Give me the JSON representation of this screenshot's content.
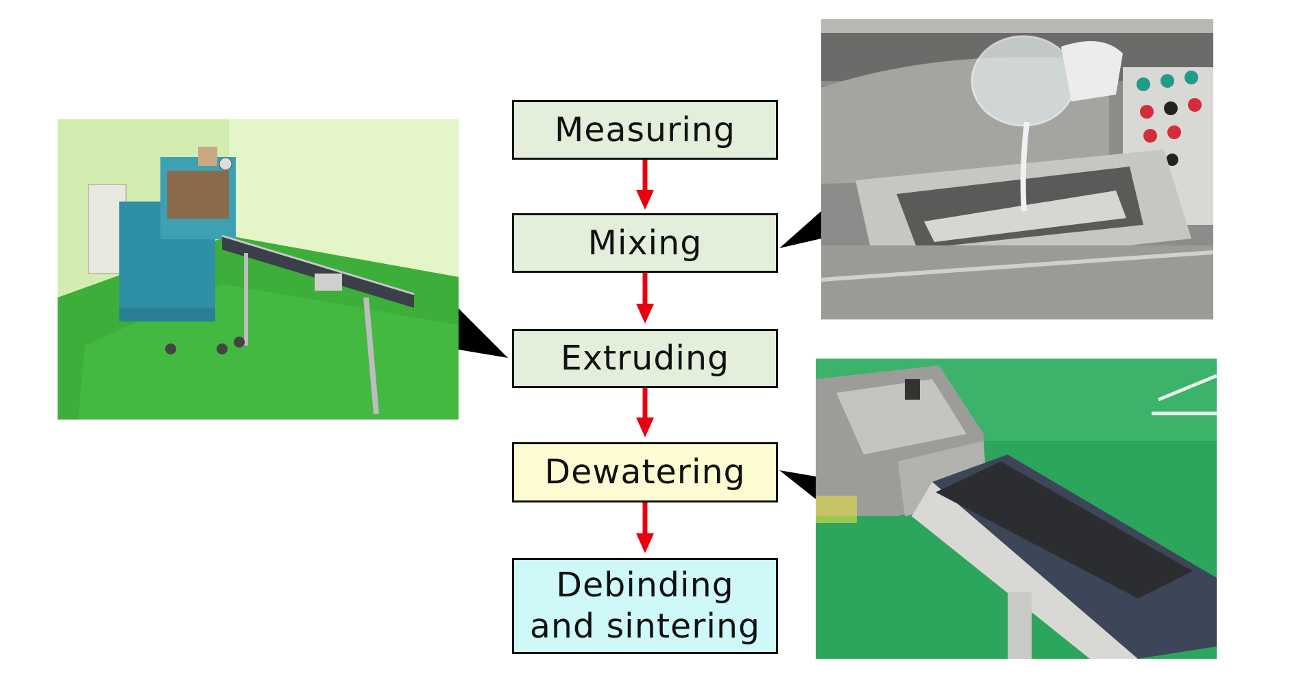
{
  "steps": [
    {
      "label": "Measuring",
      "fill": "#e3eedb"
    },
    {
      "label": "Mixing",
      "fill": "#e3eedb"
    },
    {
      "label": "Extruding",
      "fill": "#e3eedb"
    },
    {
      "label": "Dewatering",
      "fill": "#fdfbd2"
    },
    {
      "label": "Debinding\nand sintering",
      "fill": "#cff8f9"
    }
  ],
  "colors": {
    "box_border": "#111111",
    "arrow": "#e8000f",
    "callout": "#000000"
  },
  "photos": [
    {
      "subject": "extruder-machine-photo",
      "linked_step": "Extruding"
    },
    {
      "subject": "mixing-hopper-photo",
      "linked_step": "Mixing"
    },
    {
      "subject": "extruded-sheet-conveyor-photo",
      "linked_step": "Dewatering"
    }
  ]
}
